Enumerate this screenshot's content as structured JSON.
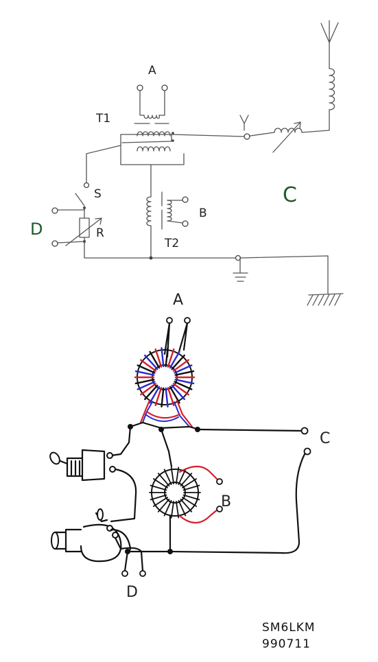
{
  "labels": {
    "a_top": "A",
    "t1": "T1",
    "s": "S",
    "d_top": "D",
    "r": "R",
    "b_top": "B",
    "t2": "T2",
    "c_top": "C",
    "a_bottom": "A",
    "c_bottom": "C",
    "b_bottom": "B",
    "d_bottom": "D"
  },
  "signature": {
    "call": "SM6LKM",
    "date": "990711"
  },
  "colors": {
    "ink": "#222222",
    "green_label": "#1f5a2e",
    "red_wire": "#d4202a",
    "blue_wire": "#2a2ad0"
  }
}
